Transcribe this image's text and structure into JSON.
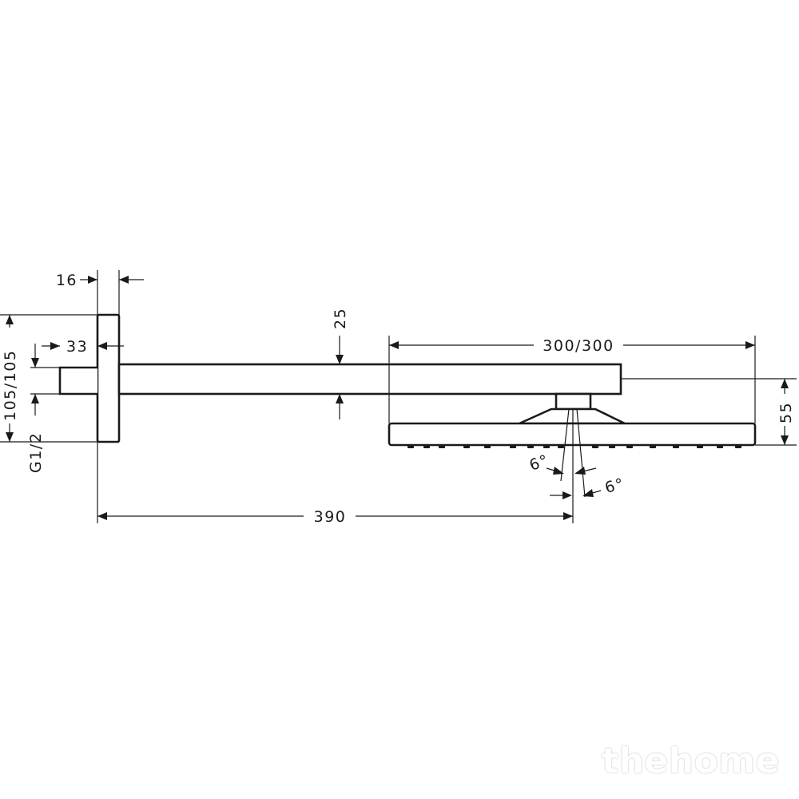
{
  "dimensions": {
    "flange_thickness": "16",
    "pipe_offset": "33",
    "arm_height": "25",
    "head_size": "300/300",
    "head_height": "55",
    "flange_size": "105/105",
    "thread": "G1/2",
    "projection": "390",
    "tilt_left": "6°",
    "tilt_right": "6°"
  },
  "watermark": "thehome"
}
